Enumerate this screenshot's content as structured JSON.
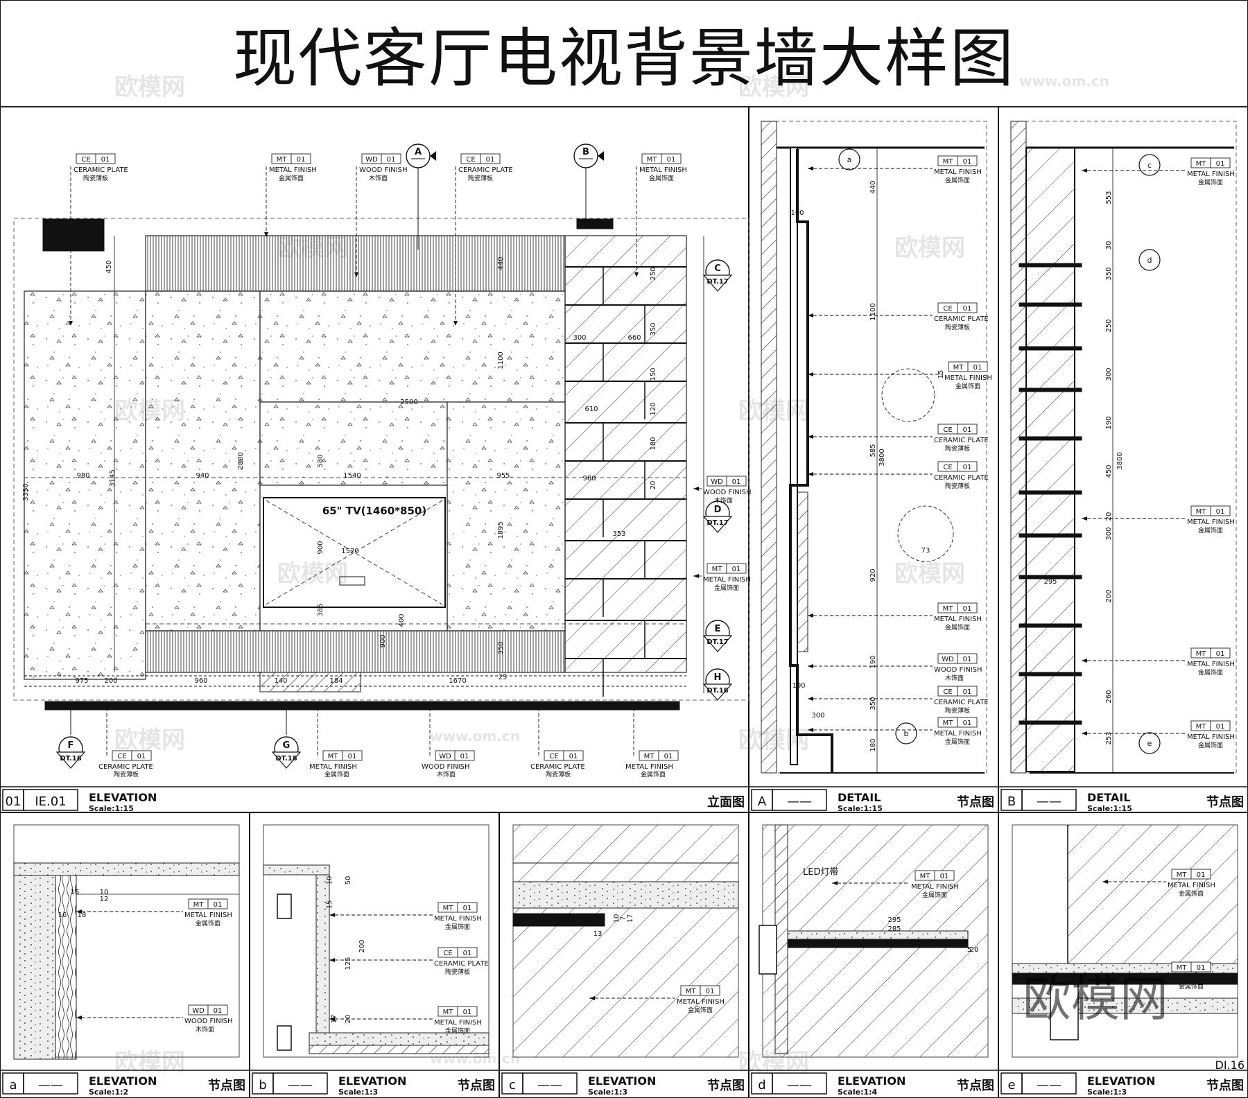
{
  "title": "现代客厅电视背景墙大样图",
  "watermark": {
    "text": "欧模网",
    "url": "www.om.cn"
  },
  "sheet_no": "DI.16",
  "tv_label": "65\" TV(1460*850)",
  "tags": {
    "ce": {
      "code": "CE",
      "num": "01",
      "en": "CERAMIC PLATE",
      "cn": "陶瓷薄板"
    },
    "mt": {
      "code": "MT",
      "num": "01",
      "en": "METAL FINISH",
      "cn": "金属饰面"
    },
    "wd": {
      "code": "WD",
      "num": "01",
      "en": "WOOD FINISH",
      "cn": "木饰面"
    }
  },
  "dt17": "DT.17",
  "dt18": "DT.18",
  "led": "LED灯带",
  "panels": {
    "elev": {
      "num": "01",
      "ref": "IE.01",
      "title": "ELEVATION",
      "scale": "Scale:1:15",
      "cn": "立面图"
    },
    "A": {
      "num": "A",
      "ref": "——",
      "title": "DETAIL",
      "scale": "Scale:1:15",
      "cn": "节点图"
    },
    "B": {
      "num": "B",
      "ref": "——",
      "title": "DETAIL",
      "scale": "Scale:1:15",
      "cn": "节点图"
    },
    "a": {
      "num": "a",
      "ref": "——",
      "title": "ELEVATION",
      "scale": "Scale:1:2",
      "cn": "节点图"
    },
    "b": {
      "num": "b",
      "ref": "——",
      "title": "ELEVATION",
      "scale": "Scale:1:3",
      "cn": "节点图"
    },
    "c": {
      "num": "c",
      "ref": "——",
      "title": "ELEVATION",
      "scale": "Scale:1:3",
      "cn": "节点图"
    },
    "d": {
      "num": "d",
      "ref": "——",
      "title": "ELEVATION",
      "scale": "Scale:1:4",
      "cn": "节点图"
    },
    "e": {
      "num": "e",
      "ref": "——",
      "title": "ELEVATION",
      "scale": "Scale:1:3",
      "cn": "节点图"
    }
  },
  "callouts": {
    "top": [
      "A",
      "B"
    ],
    "right": [
      "C",
      "D",
      "E",
      "H"
    ],
    "bottom": [
      "F",
      "G"
    ],
    "detail": [
      "a",
      "b",
      "c",
      "d",
      "e"
    ]
  },
  "dims": {
    "elev": [
      "450",
      "440",
      "1100",
      "2500",
      "2800",
      "3350",
      "3145",
      "980",
      "940",
      "1540",
      "955",
      "580",
      "900",
      "1520",
      "1895",
      "400",
      "385",
      "900",
      "350",
      "975",
      "200",
      "960",
      "1670",
      "140",
      "184",
      "25",
      "300",
      "660",
      "610",
      "980",
      "353",
      "250",
      "350",
      "150",
      "120",
      "180",
      "20"
    ],
    "A": [
      "100",
      "440",
      "1100",
      "585",
      "3800",
      "920",
      "190",
      "350",
      "180",
      "100",
      "300",
      "73",
      "15"
    ],
    "B": [
      "553",
      "30",
      "350",
      "250",
      "300",
      "190",
      "450",
      "20",
      "300",
      "200",
      "295",
      "260",
      "3800",
      "253"
    ],
    "a": [
      "15",
      "12",
      "10",
      "16",
      "18"
    ],
    "b": [
      "10",
      "50",
      "15",
      "200",
      "125",
      "20",
      "17"
    ],
    "c": [
      "10",
      "7",
      "17",
      "13"
    ],
    "d": [
      "295",
      "285",
      "20",
      "5"
    ]
  }
}
